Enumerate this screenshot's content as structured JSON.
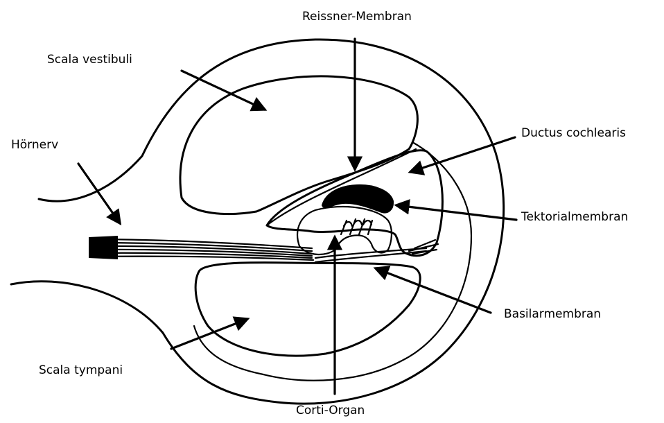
{
  "labels": {
    "reissner": "Reissner-Membran",
    "scala_vestibuli": "Scala vestibuli",
    "hoernerv": "Hörnerv",
    "ductus": "Ductus cochlearis",
    "tektorial": "Tektorialmembran",
    "basilar": "Basilarmembran",
    "scala_tympani": "Scala tympani",
    "corti": "Corti-Organ"
  },
  "colors": {
    "ink": "#000000",
    "background": "#ffffff"
  }
}
